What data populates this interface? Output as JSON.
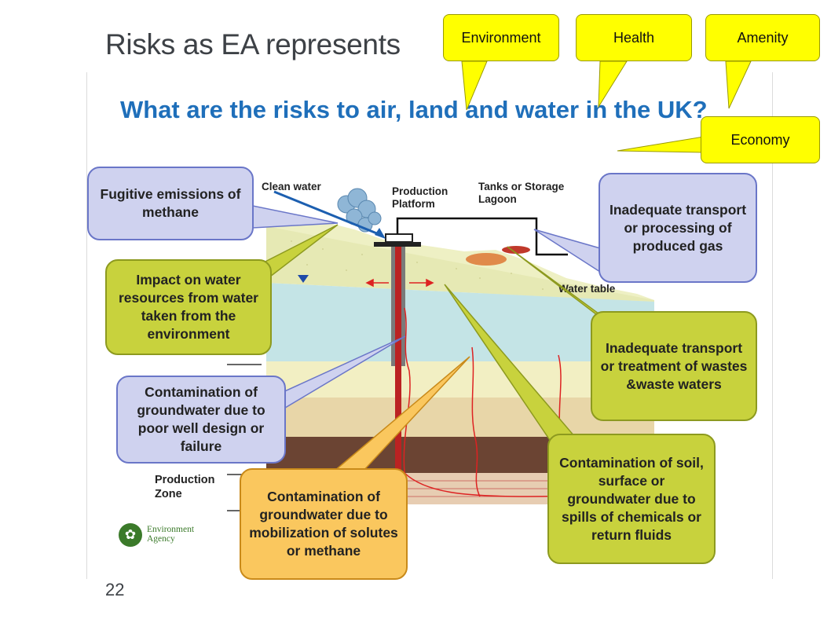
{
  "header": {
    "title": "Risks as EA represents"
  },
  "slide": {
    "title": "What are the risks to air, land and water in the UK?",
    "diagram_labels": {
      "clean_water": "Clean water",
      "production_platform": "Production Platform",
      "tanks": "Tanks or Storage Lagoon",
      "water_table": "Water table",
      "production_zone": "Production Zone"
    },
    "logo": {
      "line1": "Environment",
      "line2": "Agency"
    },
    "boxes": {
      "fugitive": "Fugitive emissions of methane",
      "water_resources": "Impact on water resources from water taken from the environment",
      "well_design": "Contamination of groundwater due to poor well design or failure",
      "mobilization": "Contamination of groundwater due to mobilization of solutes or methane",
      "produced_gas": "Inadequate transport or processing of produced gas",
      "wastes": "Inadequate transport or treatment of wastes &waste waters",
      "spills": "Contamination of soil, surface or groundwater due to spills of chemicals or return fluids"
    }
  },
  "callouts": {
    "environment": "Environment",
    "health": "Health",
    "amenity": "Amenity",
    "economy": "Economy"
  },
  "page_number": "22",
  "colors": {
    "callout": "#ffff00",
    "blue_box": "#cfd2ef",
    "green_box": "#c8d23d",
    "orange_box": "#fac75e",
    "title_blue": "#1f6fba"
  }
}
